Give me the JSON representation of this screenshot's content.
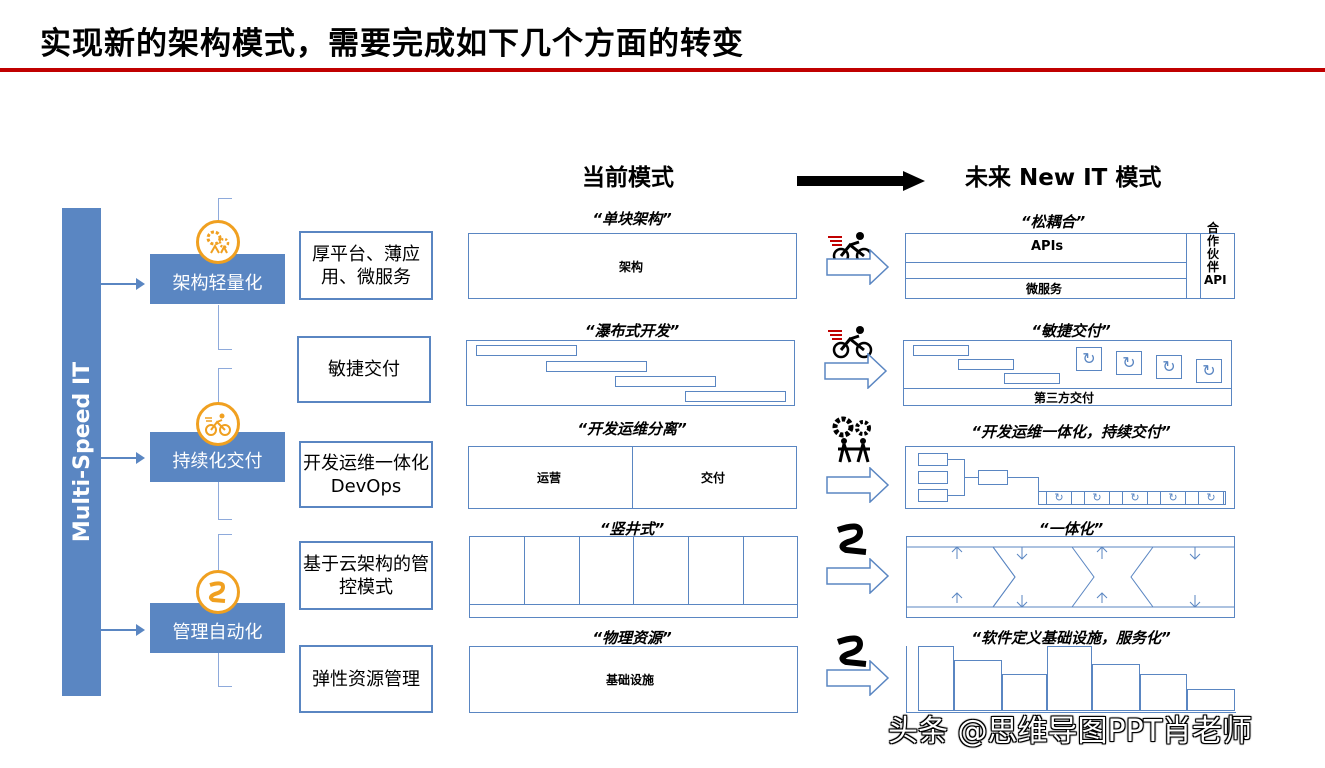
{
  "page": {
    "title": "实现新的架构模式，需要完成如下几个方面的转变"
  },
  "left": {
    "vertical_label": "Multi-Speed IT",
    "categories": [
      {
        "label": "架构轻量化",
        "icon": "gears-people-icon"
      },
      {
        "label": "持续化交付",
        "icon": "cyclist-icon"
      },
      {
        "label": "管理自动化",
        "icon": "z-arrow-icon"
      }
    ]
  },
  "middle": {
    "items": [
      "厚平台、薄应用、微服务",
      "敏捷交付",
      "开发运维一体化DevOps",
      "基于云架构的管控模式",
      "弹性资源管理"
    ]
  },
  "current": {
    "header": "当前模式",
    "rows": [
      {
        "label": "“单块架构”",
        "box_text": "架构"
      },
      {
        "label": "“瀑布式开发”"
      },
      {
        "label": "“开发运维分离”",
        "left_text": "运营",
        "right_text": "交付"
      },
      {
        "label": "“竖井式”"
      },
      {
        "label": "“物理资源”",
        "box_text": "基础设施"
      }
    ]
  },
  "future": {
    "header": "未来 New IT 模式",
    "rows": [
      {
        "label": "“松耦合”",
        "top_text": "APIs",
        "bottom_text": "微服务",
        "side_text": "合作伙伴API"
      },
      {
        "label": "“敏捷交付”",
        "bottom_text": "第三方交付"
      },
      {
        "label": "“开发运维一体化，持续交付”"
      },
      {
        "label": "“一体化”"
      },
      {
        "label": "“软件定义基础设施，服务化”"
      }
    ]
  },
  "icons": {
    "transition_arrow": "right-arrow-icon",
    "row_icons": [
      "cyclist-icon",
      "cyclist-icon",
      "gears-people-icon",
      "z-arrow-icon",
      "z-arrow-icon"
    ],
    "accent": "#5a86c2",
    "title_rule": "#c00000",
    "icon_ring": "#f0a020"
  },
  "watermark": "头条 @思维导图PPT肖老师"
}
